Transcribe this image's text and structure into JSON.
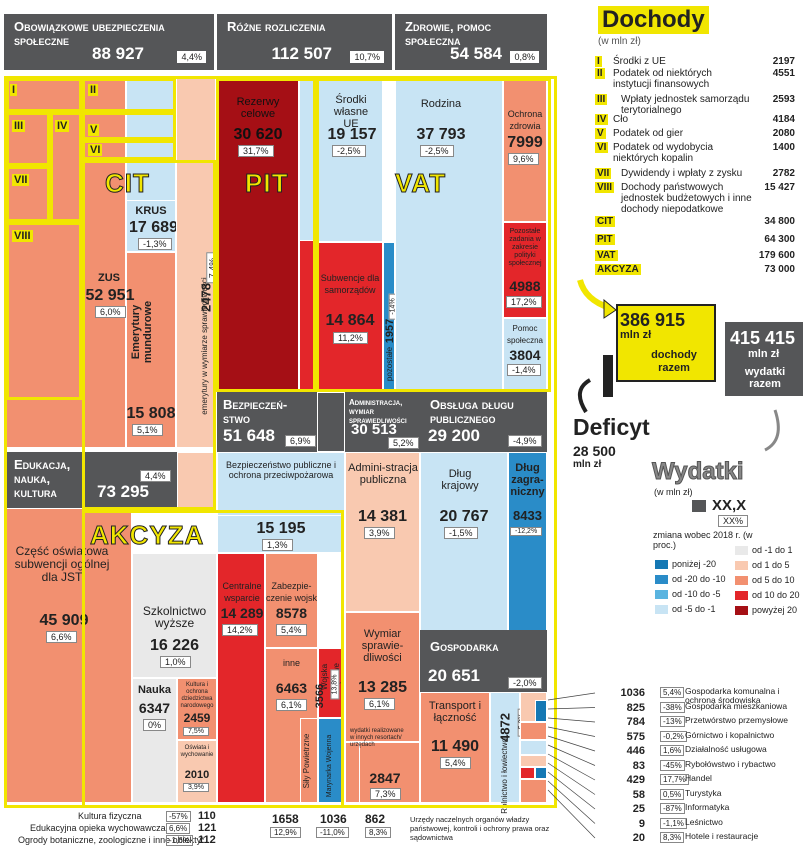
{
  "colors": {
    "dark_gray": "#555658",
    "light_blue": "#c8e4f4",
    "mid_blue": "#5ab4e0",
    "dark_blue": "#1478b4",
    "light_gray": "#e9e9e9",
    "light_salmon": "#f9c9b0",
    "salmon": "#f29070",
    "red": "#e3262a",
    "dark_red": "#a50f15",
    "yellow": "#f1e600"
  },
  "headers": {
    "social": {
      "title": "Obowiązkowe ubezpieczenia społeczne",
      "value": "88 927",
      "pct": "4,4%"
    },
    "misc": {
      "title": "Różne rozliczenia",
      "value": "112 507",
      "pct": "10,7%"
    },
    "health": {
      "title": "Zdrowie, pomoc społeczna",
      "value": "54 584",
      "pct": "0,8%"
    },
    "security": {
      "title": "Bezpieczeń-stwo",
      "value": "51 648",
      "pct": "6,9%"
    },
    "justice_admin": {
      "title": "Administracja, wymiar sprawiedliwości",
      "value": "30 513",
      "pct": "5,2%"
    },
    "debt": {
      "title": "Obsługa długu publicznego",
      "value": "29 200",
      "pct": "-4,9%"
    },
    "education": {
      "title": "Edukacja, nauka, kultura",
      "value": "73 295",
      "pct": "4,4%"
    },
    "economy": {
      "title": "Gospodarka",
      "value": "20 651",
      "pct": "-2,0%"
    }
  },
  "cells": {
    "reserves": {
      "label": "Rezerwy celowe",
      "value": "30 620",
      "pct": "31,7%"
    },
    "eu_funds": {
      "label": "Środki własne UE",
      "value": "19 157",
      "pct": "-2,5%"
    },
    "family": {
      "label": "Rodzina",
      "value": "37 793",
      "pct": "-2,5%"
    },
    "health_care": {
      "label": "Ochrona zdrowia",
      "value": "7999",
      "pct": "9,6%"
    },
    "other_tasks": {
      "label": "Pozostałe zadania w zakresie polityki społecznej",
      "value": "4988",
      "pct": "17,2%"
    },
    "subsidies": {
      "label": "Subwencje dla samorządów",
      "value": "14 864",
      "pct": "11,2%"
    },
    "other_misc": {
      "label": "pozostałe",
      "value": "1957",
      "pct": "-14%"
    },
    "social_help": {
      "label": "Pomoc społeczna",
      "value": "3804",
      "pct": "-1,4%"
    },
    "krus": {
      "label": "KRUS",
      "value": "17 689",
      "pct": "-1,3%"
    },
    "zus": {
      "label": "ZUS",
      "value": "52 951",
      "pct": "6,0%"
    },
    "uniformed": {
      "label": "Emerytury mundurowe",
      "value": "15 808",
      "pct": "5,1%"
    },
    "justice_pens": {
      "label": "emerytury w wymiarze sprawiedliwości",
      "value": "2478",
      "pct": "7,4%"
    },
    "fire": {
      "label": "Bezpieczeństwo publiczne i ochrona przeciwpożarowa",
      "value": "15 195",
      "pct": "1,3%"
    },
    "central": {
      "label": "Centralne wsparcie",
      "value": "14 289",
      "pct": "14,2%"
    },
    "military": {
      "label": "Zabezpie-czenie wojsk",
      "value": "8578",
      "pct": "5,4%"
    },
    "other_sec": {
      "label": "inne",
      "value": "6463",
      "pct": "6,1%"
    },
    "land_army": {
      "label": "Wojska Lądowe",
      "value": "3566",
      "pct": "13,8%"
    },
    "air_force": {
      "label": "Siły Powietrzne",
      "value": "1658",
      "pct": "12,9%"
    },
    "navy": {
      "label": "Marynarka Wojenna",
      "value": "1036",
      "pct": "-11,0%"
    },
    "public_admin": {
      "label": "Admini-stracja publiczna",
      "value": "14 381",
      "pct": "3,9%"
    },
    "judiciary": {
      "label": "Wymiar sprawie-dliwości",
      "value": "13 285",
      "pct": "6,1%"
    },
    "misc_organs": {
      "label": "",
      "value": "2847",
      "pct": "7,3%"
    },
    "domestic_debt": {
      "label": "Dług krajowy",
      "value": "20 767",
      "pct": "-1,5%"
    },
    "foreign_debt": {
      "label": "Dług zagra-niczny",
      "value": "8433",
      "pct": "-12,2%"
    },
    "subsidy_edu": {
      "label": "Część oświatowa subwencji ogólnej dla JST",
      "value": "45 909",
      "pct": "6,6%"
    },
    "higher_edu": {
      "label": "Szkolnictwo wyższe",
      "value": "16 226",
      "pct": "1,0%"
    },
    "science": {
      "label": "Nauka",
      "value": "6347",
      "pct": "0%"
    },
    "culture": {
      "label": "Kultura i ochrona dziedzictwa narodowego",
      "value": "2459",
      "pct": "7,5%"
    },
    "education_small": {
      "label": "Oświata i wychowanie",
      "value": "2010",
      "pct": "3,9%"
    },
    "transport": {
      "label": "Transport i łączność",
      "value": "11 490",
      "pct": "5,4%"
    },
    "agriculture": {
      "label": "Rolnictwo i łowiectwo",
      "value": "4872",
      "pct": "-5,3%"
    }
  },
  "tax_labels": {
    "cit": "CIT",
    "pit": "PIT",
    "vat": "VAT",
    "akcyza": "AKCYZA"
  },
  "romans": [
    "I",
    "II",
    "III",
    "IV",
    "V",
    "VI",
    "VII",
    "VIII"
  ],
  "income": {
    "title": "Dochody",
    "unit": "(w mln zł)",
    "items": [
      {
        "n": "I",
        "label": "Środki z UE",
        "value": "2197"
      },
      {
        "n": "II",
        "label": "Podatek od niektórych instytucji finansowych",
        "value": "4551"
      },
      {
        "n": "III",
        "label": "Wpłaty jednostek samorządu terytorialnego",
        "value": "2593"
      },
      {
        "n": "IV",
        "label": "Cło",
        "value": "4184"
      },
      {
        "n": "V",
        "label": "Podatek od gier",
        "value": "2080"
      },
      {
        "n": "VI",
        "label": "Podatek od wydobycia niektórych kopalin",
        "value": "1400"
      },
      {
        "n": "VII",
        "label": "Dywidendy i wpłaty z zysku",
        "value": "2782"
      },
      {
        "n": "VIII",
        "label": "Dochody państwowych jednostek budżetowych i inne dochody niepodatkowe",
        "value": "15 427"
      },
      {
        "n": "CIT",
        "label": "",
        "value": "34 800"
      },
      {
        "n": "PIT",
        "label": "",
        "value": "64 300"
      },
      {
        "n": "VAT",
        "label": "",
        "value": "179 600"
      },
      {
        "n": "AKCYZA",
        "label": "",
        "value": "73 000"
      }
    ],
    "total_value": "386 915",
    "total_unit": "mln zł",
    "total_label": "dochody razem"
  },
  "expenses": {
    "total_value": "415 415",
    "total_unit": "mln zł",
    "total_label": "wydatki razem",
    "title": "Wydatki",
    "unit": "(w mln zł)",
    "sample_value": "XX,X",
    "sample_pct": "XX%",
    "change_note": "zmiana wobec 2018 r. (w proc.)"
  },
  "deficit": {
    "label": "Deficyt",
    "value": "28 500",
    "unit": "mln zł"
  },
  "scale": [
    {
      "label": "poniżej -20",
      "color": "#1478b4"
    },
    {
      "label": "od -20 do -10",
      "color": "#2a8cc8"
    },
    {
      "label": "od -10 do -5",
      "color": "#5ab4e0"
    },
    {
      "label": "od -5 do -1",
      "color": "#c8e4f4"
    },
    {
      "label": "od -1 do 1",
      "color": "#e9e9e9"
    },
    {
      "label": "od 1 do 5",
      "color": "#f9c9b0"
    },
    {
      "label": "od 5 do 10",
      "color": "#f29070"
    },
    {
      "label": "od 10 do 20",
      "color": "#e3262a"
    },
    {
      "label": "powyżej 20",
      "color": "#a50f15"
    }
  ],
  "economy_items": [
    {
      "value": "1036",
      "pct": "5,4%",
      "name": "Gospodarka komunalna i ochrona środowiska"
    },
    {
      "value": "825",
      "pct": "-38%",
      "name": "Gospodarka mieszkaniowa"
    },
    {
      "value": "784",
      "pct": "-13%",
      "name": "Przetwórstwo przemysłowe"
    },
    {
      "value": "575",
      "pct": "-0,2%",
      "name": "Górnictwo i kopalnictwo"
    },
    {
      "value": "446",
      "pct": "1,6%",
      "name": "Działalność usługowa"
    },
    {
      "value": "83",
      "pct": "-45%",
      "name": "Rybołówstwo i rybactwo"
    },
    {
      "value": "429",
      "pct": "17,7%",
      "name": "Handel"
    },
    {
      "value": "58",
      "pct": "0,5%",
      "name": "Turystyka"
    },
    {
      "value": "25",
      "pct": "-87%",
      "name": "Informatyka"
    },
    {
      "value": "9",
      "pct": "-1,1%",
      "name": "Leśnictwo"
    },
    {
      "value": "20",
      "pct": "8,3%",
      "name": "Hotele i restauracje"
    }
  ],
  "bottom_items": [
    {
      "label": "Kultura fizyczna",
      "pct": "-57%",
      "value": "110"
    },
    {
      "label": "Edukacyjna opieka wychowawcza",
      "pct": "6,6%",
      "value": "121"
    },
    {
      "label": "Ogrody botaniczne, zoologiczne i inne obiekty*",
      "pct": "-1,6%",
      "value": "112"
    }
  ],
  "misc_organs_note": "Urzędy naczelnych organów władzy państwowej, kontroli i ochrony prawa oraz sądownictwa",
  "misc_862": {
    "value": "862",
    "pct": "8,3%",
    "label": "wydatki realizowane w innych resortach/ urzędach"
  },
  "chart_data": {
    "type": "treemap",
    "title": "Wydatki",
    "unit": "mln zł",
    "income_total": 386915,
    "expense_total": 415415,
    "deficit": 28500,
    "income": [
      {
        "name": "Środki z UE",
        "value": 2197
      },
      {
        "name": "Podatek od niektórych instytucji finansowych",
        "value": 4551
      },
      {
        "name": "Wpłaty jednostek samorządu terytorialnego",
        "value": 2593
      },
      {
        "name": "Cło",
        "value": 4184
      },
      {
        "name": "Podatek od gier",
        "value": 2080
      },
      {
        "name": "Podatek od wydobycia niektórych kopalin",
        "value": 1400
      },
      {
        "name": "Dywidendy i wpłaty z zysku",
        "value": 2782
      },
      {
        "name": "Dochody państwowych jednostek budżetowych i inne dochody niepodatkowe",
        "value": 15427
      },
      {
        "name": "CIT",
        "value": 34800
      },
      {
        "name": "PIT",
        "value": 64300
      },
      {
        "name": "VAT",
        "value": 179600
      },
      {
        "name": "AKCYZA",
        "value": 73000
      }
    ],
    "expenses": [
      {
        "name": "Obowiązkowe ubezpieczenia społeczne",
        "value": 88927,
        "change": 4.4
      },
      {
        "name": "Różne rozliczenia",
        "value": 112507,
        "change": 10.7
      },
      {
        "name": "Zdrowie, pomoc społeczna",
        "value": 54584,
        "change": 0.8
      },
      {
        "name": "Bezpieczeństwo",
        "value": 51648,
        "change": 6.9
      },
      {
        "name": "Administracja, wymiar sprawiedliwości",
        "value": 30513,
        "change": 5.2
      },
      {
        "name": "Obsługa długu publicznego",
        "value": 29200,
        "change": -4.9
      },
      {
        "name": "Edukacja, nauka, kultura",
        "value": 73295,
        "change": 4.4
      },
      {
        "name": "Gospodarka",
        "value": 20651,
        "change": -2.0
      }
    ]
  }
}
